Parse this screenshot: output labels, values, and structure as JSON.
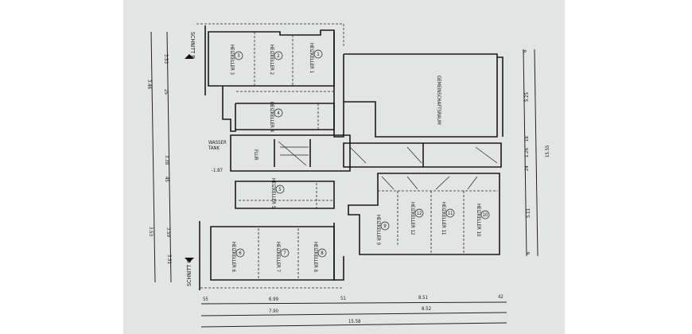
{
  "plan": {
    "section_top": "SCHNITT B",
    "section_bottom": "SCHNITT C",
    "note_left": [
      "WASSER",
      "TANK"
    ],
    "big_room": "GEMEINSCHAFTSRAUM",
    "rooms": [
      {
        "num": "3",
        "label": "HEIZKELLER 3"
      },
      {
        "num": "2",
        "label": "HEIZKELLER 2"
      },
      {
        "num": "1",
        "label": "HEIZKELLER 1"
      },
      {
        "num": "4",
        "label": "HEIZKELLER 4"
      },
      {
        "num": "5",
        "label": "HEIZKELLER 5"
      },
      {
        "num": "6",
        "label": "HEIZKELLER 6"
      },
      {
        "num": "7",
        "label": "HEIZKELLER 7"
      },
      {
        "num": "8",
        "label": "HEIZKELLER 8"
      },
      {
        "num": "9",
        "label": "HEIZKELLER 9"
      },
      {
        "num": "10",
        "label": "HEIZKELLER 10"
      },
      {
        "num": "11",
        "label": "HEIZKELLER 11"
      },
      {
        "num": "12",
        "label": "HEIZKELLER 12"
      }
    ],
    "stair_label": "FLUR",
    "level_mark": "-1.87"
  },
  "dimensions": {
    "bottom_row1": [
      "55",
      "6.99",
      "51",
      "8.51",
      "42"
    ],
    "bottom_row2": [
      "7.90",
      "8.52"
    ],
    "bottom_total": "15.58",
    "left_outer": [
      "3.46",
      "3.53"
    ],
    "left_inner": [
      "3.53",
      "25",
      "3.38",
      "45",
      "3.59",
      "3.51"
    ],
    "right_inner": [
      "6",
      "5.25",
      "18",
      "1.26",
      "24",
      "5.11",
      "6"
    ],
    "right_total": "15.55"
  }
}
